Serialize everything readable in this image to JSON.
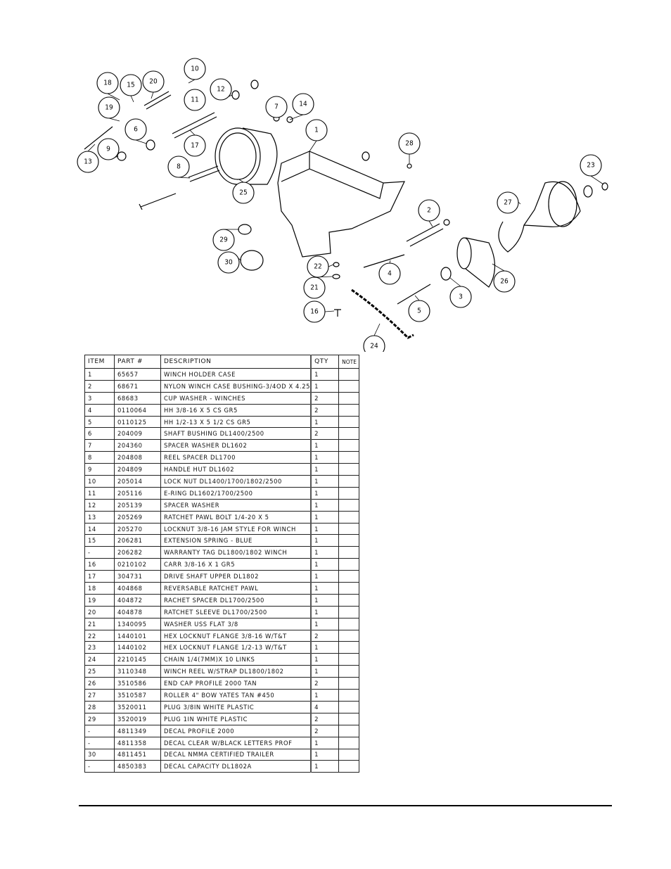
{
  "callouts": [
    "18",
    "15",
    "20",
    "10",
    "12",
    "19",
    "11",
    "7",
    "14",
    "1",
    "6",
    "17",
    "9",
    "13",
    "28",
    "8",
    "25",
    "23",
    "2",
    "27",
    "29",
    "30",
    "22",
    "4",
    "21",
    "26",
    "3",
    "5",
    "16",
    "24"
  ],
  "table": {
    "headers": {
      "item": "ITEM",
      "part": "PART #",
      "description": "DESCRIPTION",
      "qty": "QTY",
      "note": "NOTE"
    },
    "rows": [
      {
        "item": "1",
        "part": "65657",
        "description": "WINCH HOLDER CASE",
        "qty": "1",
        "note": ""
      },
      {
        "item": "2",
        "part": "68671",
        "description": "NYLON WINCH CASE BUSHING-3/4OD X 4.25",
        "qty": "1",
        "note": ""
      },
      {
        "item": "3",
        "part": "68683",
        "description": "CUP WASHER - WINCHES",
        "qty": "2",
        "note": ""
      },
      {
        "item": "4",
        "part": "0110064",
        "description": "HH 3/8-16 X 5 CS GR5",
        "qty": "2",
        "note": ""
      },
      {
        "item": "5",
        "part": "0110125",
        "description": "HH 1/2-13 X 5 1/2 CS GR5",
        "qty": "1",
        "note": ""
      },
      {
        "item": "6",
        "part": "204009",
        "description": "SHAFT BUSHING  DL1400/2500",
        "qty": "2",
        "note": ""
      },
      {
        "item": "7",
        "part": "204360",
        "description": "SPACER WASHER  DL1602",
        "qty": "1",
        "note": ""
      },
      {
        "item": "8",
        "part": "204808",
        "description": "REEL SPACER  DL1700",
        "qty": "1",
        "note": ""
      },
      {
        "item": "9",
        "part": "204809",
        "description": "HANDLE HUT  DL1602",
        "qty": "1",
        "note": ""
      },
      {
        "item": "10",
        "part": "205014",
        "description": "LOCK NUT  DL1400/1700/1802/2500",
        "qty": "1",
        "note": ""
      },
      {
        "item": "11",
        "part": "205116",
        "description": "E-RING DL1602/1700/2500",
        "qty": "1",
        "note": ""
      },
      {
        "item": "12",
        "part": "205139",
        "description": "SPACER WASHER",
        "qty": "1",
        "note": ""
      },
      {
        "item": "13",
        "part": "205269",
        "description": "RATCHET PAWL BOLT 1/4-20 X 5",
        "qty": "1",
        "note": ""
      },
      {
        "item": "14",
        "part": "205270",
        "description": "LOCKNUT 3/8-16 JAM STYLE FOR WINCH",
        "qty": "1",
        "note": ""
      },
      {
        "item": "15",
        "part": "206281",
        "description": "EXTENSION SPRING - BLUE",
        "qty": "1",
        "note": ""
      },
      {
        "item": "-",
        "part": "206282",
        "description": "WARRANTY TAG DL1800/1802 WINCH",
        "qty": "1",
        "note": ""
      },
      {
        "item": "16",
        "part": "0210102",
        "description": "CARR 3/8-16 X 1 GR5",
        "qty": "1",
        "note": ""
      },
      {
        "item": "17",
        "part": "304731",
        "description": "DRIVE SHAFT UPPER  DL1802",
        "qty": "1",
        "note": ""
      },
      {
        "item": "18",
        "part": "404868",
        "description": "REVERSABLE RATCHET PAWL",
        "qty": "1",
        "note": ""
      },
      {
        "item": "19",
        "part": "404872",
        "description": "RACHET SPACER  DL1700/2500",
        "qty": "1",
        "note": ""
      },
      {
        "item": "20",
        "part": "404878",
        "description": "RATCHET SLEEVE  DL1700/2500",
        "qty": "1",
        "note": ""
      },
      {
        "item": "21",
        "part": "1340095",
        "description": "WASHER USS FLAT 3/8",
        "qty": "1",
        "note": ""
      },
      {
        "item": "22",
        "part": "1440101",
        "description": "HEX LOCKNUT FLANGE 3/8-16 W/T&T",
        "qty": "2",
        "note": ""
      },
      {
        "item": "23",
        "part": "1440102",
        "description": "HEX LOCKNUT FLANGE 1/2-13 W/T&T",
        "qty": "1",
        "note": ""
      },
      {
        "item": "24",
        "part": "2210145",
        "description": "CHAIN 1/4(7MM)X 10 LINKS",
        "qty": "1",
        "note": ""
      },
      {
        "item": "25",
        "part": "3110348",
        "description": "WINCH REEL W/STRAP  DL1800/1802",
        "qty": "1",
        "note": ""
      },
      {
        "item": "26",
        "part": "3510586",
        "description": "END CAP PROFILE 2000 TAN",
        "qty": "2",
        "note": ""
      },
      {
        "item": "27",
        "part": "3510587",
        "description": "ROLLER 4\" BOW YATES TAN #450",
        "qty": "1",
        "note": ""
      },
      {
        "item": "28",
        "part": "3520011",
        "description": "PLUG  3/8IN WHITE PLASTIC",
        "qty": "4",
        "note": ""
      },
      {
        "item": "29",
        "part": "3520019",
        "description": "PLUG  1IN WHITE PLASTIC",
        "qty": "2",
        "note": ""
      },
      {
        "item": "-",
        "part": "4811349",
        "description": "DECAL PROFILE 2000",
        "qty": "2",
        "note": ""
      },
      {
        "item": "-",
        "part": "4811358",
        "description": "DECAL CLEAR W/BLACK LETTERS PROF",
        "qty": "1",
        "note": ""
      },
      {
        "item": "30",
        "part": "4811451",
        "description": " DECAL NMMA CERTIFIED TRAILER",
        "qty": "1",
        "note": ""
      },
      {
        "item": "-",
        "part": "4850383",
        "description": "DECAL CAPACITY DL1802A",
        "qty": "1",
        "note": ""
      }
    ]
  }
}
